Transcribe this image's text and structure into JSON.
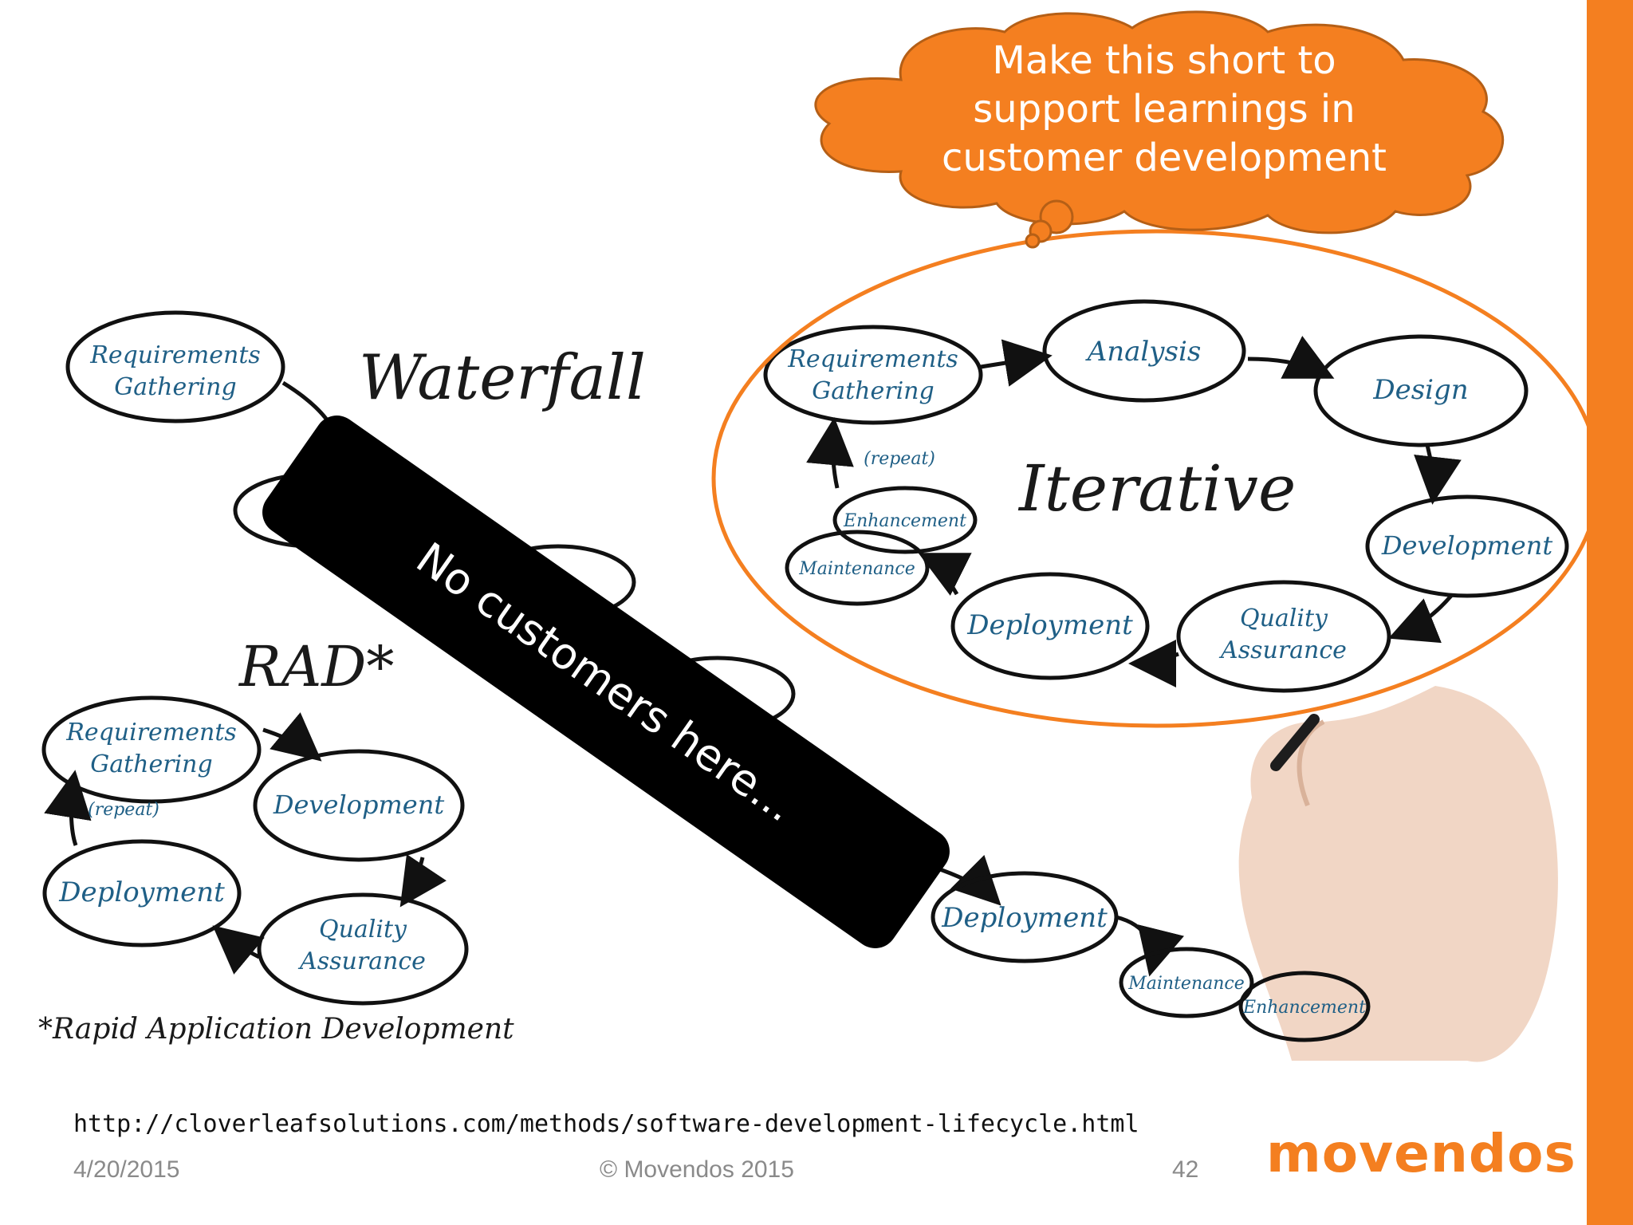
{
  "thought_bubble": {
    "lines": [
      "Make this short to",
      "support learnings in",
      "customer development"
    ]
  },
  "waterfall": {
    "title": "Waterfall",
    "requirements": [
      "Requirements",
      "Gathering"
    ],
    "deployment": "Deployment",
    "maintenance": "Maintenance",
    "enhancement": "Enhancement"
  },
  "iterative": {
    "title": "Iterative",
    "requirements": [
      "Requirements",
      "Gathering"
    ],
    "analysis": "Analysis",
    "design": "Design",
    "development": "Development",
    "quality": [
      "Quality",
      "Assurance"
    ],
    "deployment": "Deployment",
    "maintenance": "Maintenance",
    "enhancement": "Enhancement",
    "repeat": "(repeat)"
  },
  "rad": {
    "title": "RAD*",
    "requirements": [
      "Requirements",
      "Gathering"
    ],
    "development": "Development",
    "quality": [
      "Quality",
      "Assurance"
    ],
    "deployment": "Deployment",
    "repeat": "(repeat)",
    "footnote": "*Rapid Application Development"
  },
  "banner_text": "No customers here...",
  "source_url": "http://cloverleafsolutions.com/methods/software-development-lifecycle.html",
  "footer": {
    "date": "4/20/2015",
    "copyright": "© Movendos 2015",
    "page_number": "42",
    "logo": "movendos"
  },
  "colors": {
    "accent_orange": "#f47f20",
    "handwriting_blue": "#1f5f86",
    "banner_black": "#000000"
  }
}
